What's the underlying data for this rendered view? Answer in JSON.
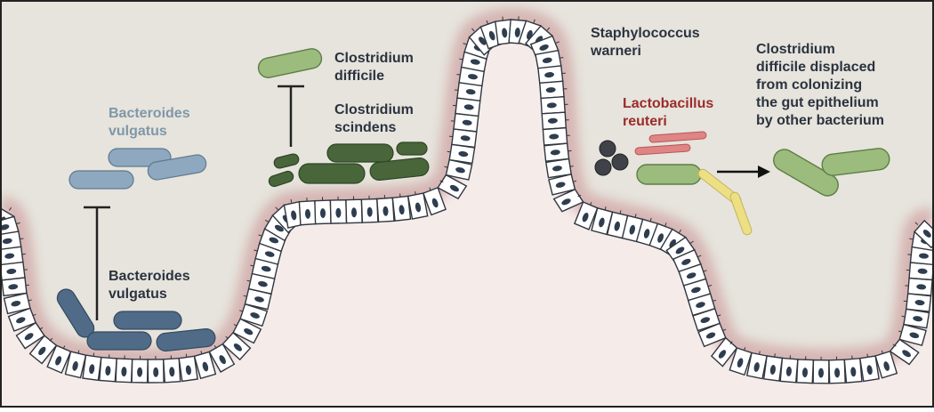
{
  "labels": {
    "bacteroides_top": [
      "Bacteroides",
      "vulgatus"
    ],
    "bacteroides_bottom": [
      "Bacteroides",
      "vulgatus"
    ],
    "clostridium_difficile": [
      "Clostridium",
      "difficile"
    ],
    "clostridium_scindens": [
      "Clostridium",
      "scindens"
    ],
    "staphylococcus": [
      "Staphylococcus",
      "warneri"
    ],
    "lactobacillus": [
      "Lactobacillus",
      "reuteri"
    ],
    "displaced_note": [
      "Clostridium",
      "difficile displaced",
      "from colonizing",
      "the gut epithelium",
      "by other bacterium"
    ]
  },
  "colors": {
    "background": "#e6e4dc",
    "tissue": "#f5ecea",
    "tissue_edge": "#c98f92",
    "cell_fill": "#ffffff",
    "nucleus": "#2e3d4f",
    "bacteroides_light": "#8ea8bf",
    "bacteroides_dark": "#4f6b88",
    "cdiff": "#9cbc7d",
    "cscindens": "#48663a",
    "staph": "#3f4248",
    "lacto": "#e08585",
    "yellow": "#eddf84",
    "label_light_blue": "#7f97aa",
    "label_dark": "#2b3340",
    "label_red": "#9b2b2b"
  }
}
